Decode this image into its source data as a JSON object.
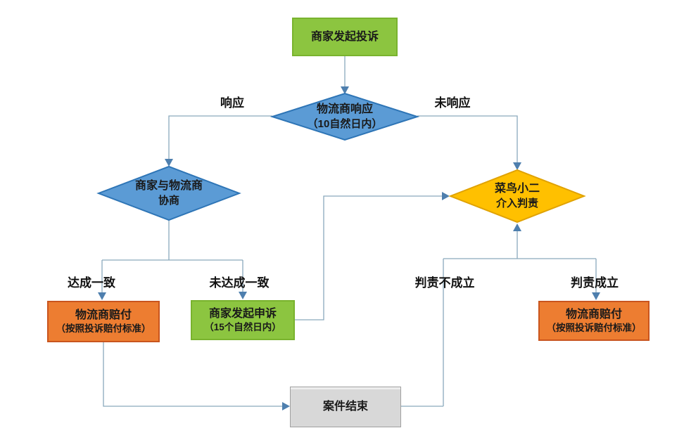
{
  "diagram": {
    "colors": {
      "background": "#ffffff",
      "connector_line": "#8aa9bc",
      "arrow": "#4e7fae",
      "green_fill": "#8cc540",
      "green_border": "#79b32e",
      "blue_fill": "#5b9bd5",
      "blue_border": "#2e75b6",
      "yellow_fill": "#ffc000",
      "yellow_border": "#e0a200",
      "orange_fill": "#ed7d31",
      "orange_border": "#c9551e",
      "gray_fill": "#d8d8d8",
      "gray_border": "#a0a0a0"
    },
    "nodes": {
      "start": {
        "label": "商家发起投诉"
      },
      "respond_decision": {
        "line1": "物流商响应",
        "line2": "（10自然日内）"
      },
      "negotiate_decision": {
        "line1": "商家与物流商",
        "line2": "协商"
      },
      "cainiao_decision": {
        "line1": "菜鸟小二",
        "line2": "介入判责"
      },
      "compensate_left": {
        "line1": "物流商赔付",
        "line2": "（按照投诉赔付标准）"
      },
      "appeal": {
        "line1": "商家发起申诉",
        "line2": "（15个自然日内）"
      },
      "compensate_right": {
        "line1": "物流商赔付",
        "line2": "（按照投诉赔付标准）"
      },
      "case_end": {
        "label": "案件结束"
      }
    },
    "edge_labels": {
      "responded": "响应",
      "not_responded": "未响应",
      "agreement": "达成一致",
      "no_agreement": "未达成一致",
      "verdict_rejected": "判责不成立",
      "verdict_upheld": "判责成立"
    }
  }
}
